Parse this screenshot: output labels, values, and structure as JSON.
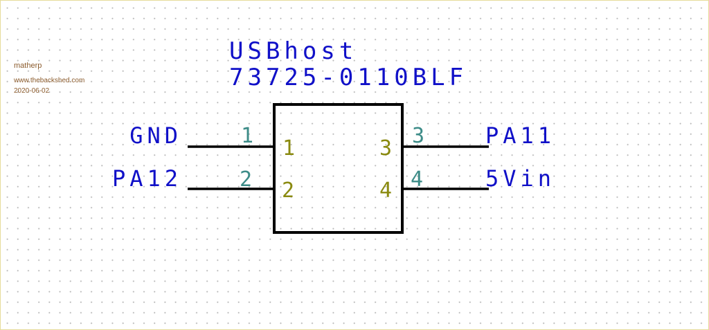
{
  "credit": {
    "author": "matherp",
    "site": "www.thebackshed.com",
    "date": "2020-06-02"
  },
  "component": {
    "name": "USBhost",
    "part_number": "73725-0110BLF"
  },
  "pins": [
    {
      "number": "1",
      "name": "1",
      "net": "GND"
    },
    {
      "number": "2",
      "name": "2",
      "net": "PA12"
    },
    {
      "number": "3",
      "name": "3",
      "net": "PA11"
    },
    {
      "number": "4",
      "name": "4",
      "net": "5Vin"
    }
  ],
  "colors": {
    "label": "#1010c8",
    "outline": "#000000",
    "pin_number": "#3d8c88",
    "pin_name": "#8a8a10",
    "grid_dot": "#b9b9b9",
    "credit_text": "#8a5a2b"
  }
}
